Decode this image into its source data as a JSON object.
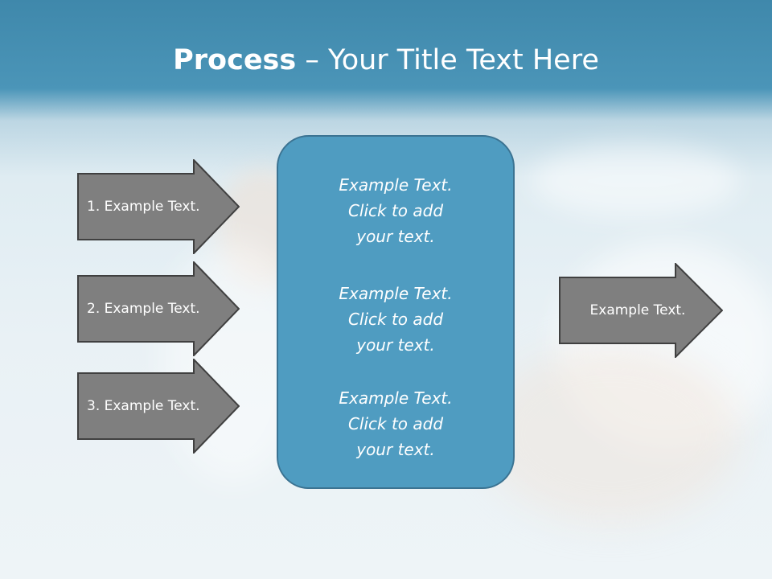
{
  "title": {
    "bold": "Process",
    "rest": " – Your Title Text Here"
  },
  "left_arrows": [
    {
      "label": "1. Example Text."
    },
    {
      "label": "2. Example Text."
    },
    {
      "label": "3. Example Text."
    }
  ],
  "center_box": {
    "blocks": [
      {
        "lines": [
          "Example Text.",
          "Click  to add",
          "your text."
        ]
      },
      {
        "lines": [
          "Example Text.",
          "Click  to add",
          "your text."
        ]
      },
      {
        "lines": [
          "Example Text.",
          "Click  to add",
          "your text."
        ]
      }
    ]
  },
  "right_arrow": {
    "label": "Example Text."
  },
  "colors": {
    "title_band": "#4b95b8",
    "arrow_fill": "#7f7f7f",
    "arrow_stroke": "#404040",
    "center_fill": "#4f9cc1",
    "center_stroke": "#3b7392"
  }
}
